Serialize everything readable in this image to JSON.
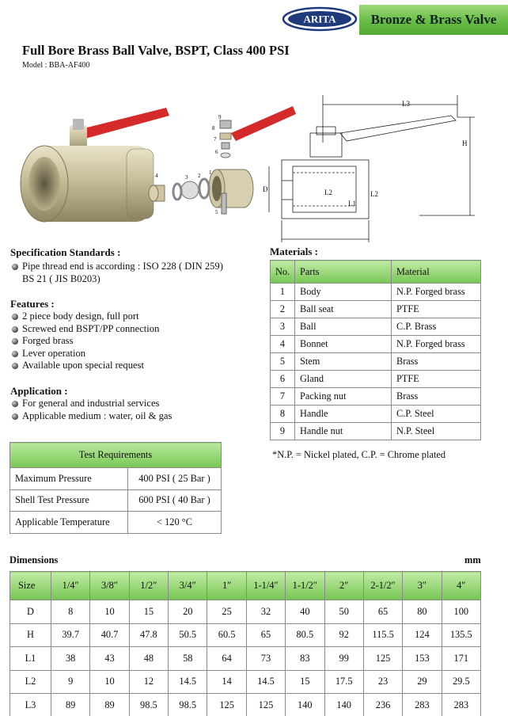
{
  "header": {
    "logo_text": "ARITA",
    "brand": "Bronze & Brass Valve"
  },
  "product": {
    "title": "Full Bore Brass Ball Valve, BSPT, Class 400 PSI",
    "model": "Model : BBA-AF400"
  },
  "drawing": {
    "label_l3": "L3",
    "label_h": "H",
    "label_l2_inner": "L2",
    "label_l2_outer": "L2",
    "label_l1": "L1",
    "label_d": "D"
  },
  "exploded_numbers": [
    "9",
    "8",
    "7",
    "6",
    "5",
    "4",
    "3",
    "2",
    "1"
  ],
  "specification": {
    "heading": "Specification Standards :",
    "items": [
      {
        "line1": "Pipe thread end is according : ISO 228 ( DIN 259)",
        "line2": "BS 21 ( JIS B0203)"
      }
    ]
  },
  "features": {
    "heading": "Features :",
    "items": [
      "2 piece body design, full port",
      "Screwed end BSPT/PP connection",
      "Forged brass",
      "Lever operation",
      "Available upon special request"
    ]
  },
  "application": {
    "heading": "Application :",
    "items": [
      "For general and industrial services",
      "Applicable medium : water, oil & gas"
    ]
  },
  "test_requirements": {
    "heading": "Test  Requirements",
    "rows": [
      {
        "label": "Maximum Pressure",
        "value": "400 PSI ( 25 Bar )"
      },
      {
        "label": "Shell Test Pressure",
        "value": "600 PSI ( 40 Bar )"
      },
      {
        "label": "Applicable Temperature",
        "value": "< 120 °C"
      }
    ]
  },
  "materials": {
    "heading": "Materials :",
    "columns": [
      "No.",
      "Parts",
      "Material"
    ],
    "rows": [
      [
        "1",
        "Body",
        "N.P. Forged brass"
      ],
      [
        "2",
        "Ball seat",
        "PTFE"
      ],
      [
        "3",
        "Ball",
        "C.P. Brass"
      ],
      [
        "4",
        "Bonnet",
        "N.P. Forged brass"
      ],
      [
        "5",
        "Stem",
        "Brass"
      ],
      [
        "6",
        "Gland",
        "PTFE"
      ],
      [
        "7",
        "Packing nut",
        "Brass"
      ],
      [
        "8",
        "Handle",
        "C.P. Steel"
      ],
      [
        "9",
        "Handle nut",
        "N.P. Steel"
      ]
    ],
    "note": "*N.P. = Nickel plated, C.P. = Chrome plated"
  },
  "dimensions": {
    "heading": "Dimensions",
    "unit": "mm",
    "size_label": "Size",
    "sizes": [
      "1/4″",
      "3/8″",
      "1/2″",
      "3/4″",
      "1″",
      "1-1/4″",
      "1-1/2″",
      "2″",
      "2-1/2″",
      "3″",
      "4″"
    ],
    "rows": [
      {
        "label": "D",
        "values": [
          "8",
          "10",
          "15",
          "20",
          "25",
          "32",
          "40",
          "50",
          "65",
          "80",
          "100"
        ]
      },
      {
        "label": "H",
        "values": [
          "39.7",
          "40.7",
          "47.8",
          "50.5",
          "60.5",
          "65",
          "80.5",
          "92",
          "115.5",
          "124",
          "135.5"
        ]
      },
      {
        "label": "L1",
        "values": [
          "38",
          "43",
          "48",
          "58",
          "64",
          "73",
          "83",
          "99",
          "125",
          "153",
          "171"
        ]
      },
      {
        "label": "L2",
        "values": [
          "9",
          "10",
          "12",
          "14.5",
          "14",
          "14.5",
          "15",
          "17.5",
          "23",
          "29",
          "29.5"
        ]
      },
      {
        "label": "L3",
        "values": [
          "89",
          "89",
          "98.5",
          "98.5",
          "125",
          "125",
          "140",
          "140",
          "236",
          "283",
          "283"
        ]
      }
    ]
  },
  "colors": {
    "accent_green": "#6cbf48",
    "logo_blue": "#1e3a7a",
    "handle_red": "#d42a2a"
  }
}
